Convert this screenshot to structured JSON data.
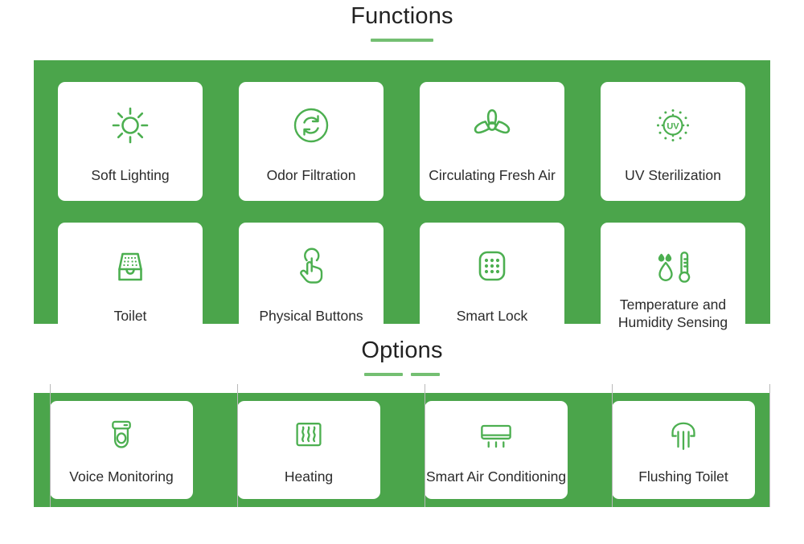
{
  "sections": [
    {
      "id": "functions",
      "title": "Functions",
      "rule_segments": [
        78
      ],
      "accent_color": "#4ba54b",
      "rule_color": "#74bf72",
      "cards": [
        {
          "label": "Soft Lighting",
          "icon": "sun-icon"
        },
        {
          "label": "Odor Filtration",
          "icon": "refresh-cycle-icon"
        },
        {
          "label": "Circulating Fresh Air",
          "icon": "fan-blades-icon"
        },
        {
          "label": "UV Sterilization",
          "icon": "uv-lamp-icon",
          "icon_text": "UV"
        },
        {
          "label": "Toilet",
          "icon": "toilet-seat-icon"
        },
        {
          "label": "Physical Buttons",
          "icon": "tapping-hand-icon"
        },
        {
          "label": "Smart Lock",
          "icon": "keypad-lock-icon"
        },
        {
          "label": "Temperature and Humidity Sensing",
          "icon": "thermometer-droplet-icon",
          "two_line": true
        }
      ]
    },
    {
      "id": "options",
      "title": "Options",
      "rule_segments": [
        48,
        36
      ],
      "accent_color": "#4ba54b",
      "rule_color": "#74bf72",
      "cards": [
        {
          "label": "Voice Monitoring",
          "icon": "dome-camera-icon"
        },
        {
          "label": "Heating",
          "icon": "heat-waves-icon"
        },
        {
          "label": "Smart Air Conditioning",
          "icon": "air-conditioner-icon"
        },
        {
          "label": "Flushing Toilet",
          "icon": "shower-spray-icon"
        }
      ]
    }
  ],
  "colors": {
    "band_green": "#4ba54b",
    "icon_green": "#4caf50",
    "rule_green": "#74bf72",
    "card_white": "#ffffff",
    "text_dark": "#2b2b2b",
    "divider_gray": "#b9b9b9"
  }
}
